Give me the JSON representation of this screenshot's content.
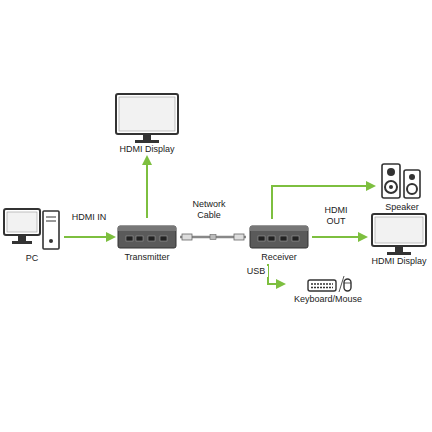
{
  "diagram": {
    "nodes": [
      {
        "text": [
          "PC"
        ]
      },
      {
        "text": [
          "Transmitter"
        ]
      },
      {
        "text": [
          "HDMI Display"
        ]
      },
      {
        "text": [
          "Receiver"
        ]
      },
      {
        "text": [
          "Speaker"
        ]
      },
      {
        "text": [
          "HDMI Display"
        ]
      },
      {
        "text": [
          "Keyboard/Mouse"
        ]
      }
    ],
    "edges": [
      {
        "from": 0,
        "to": 1,
        "arrow": "to",
        "label": "HDMI IN"
      },
      {
        "from": 1,
        "to": 2,
        "arrow": "to"
      },
      {
        "from": 1,
        "to": 3,
        "arrow": "none",
        "label": "Network Cable"
      },
      {
        "from": 3,
        "to": 4,
        "arrow": "to"
      },
      {
        "from": 3,
        "to": 5,
        "arrow": "to",
        "label": "HDMI OUT"
      },
      {
        "from": 3,
        "to": 6,
        "arrow": "to",
        "label": "USB"
      }
    ]
  }
}
